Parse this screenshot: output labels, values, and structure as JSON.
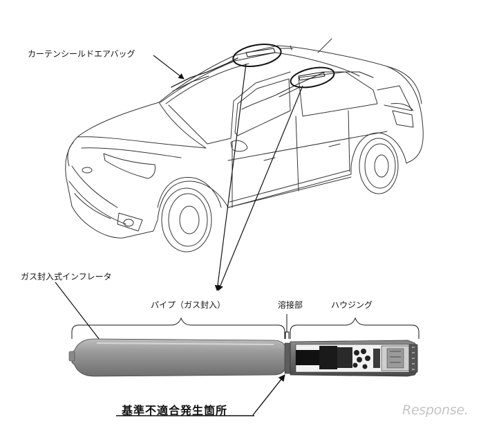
{
  "labels": {
    "curtain_airbag": "カーテンシールドエアバッグ",
    "gas_inflator": "ガス封入式インフレータ",
    "pipe": "パイプ（ガス封入）",
    "weld": "溶接部",
    "housing": "ハウジング",
    "defect_location": "基準不適合発生箇所"
  },
  "watermark": "Response."
}
